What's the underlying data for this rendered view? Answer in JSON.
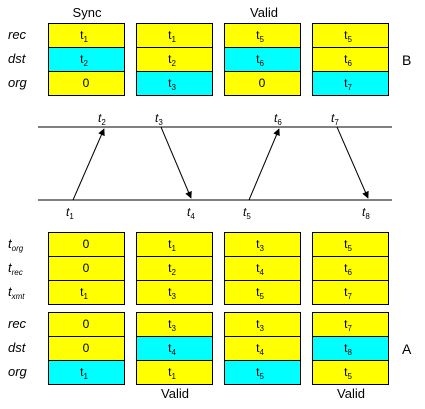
{
  "colors": {
    "yellow": "#ffff00",
    "cyan": "#00ffff",
    "border": "#000000"
  },
  "top_captions": [
    "Sync",
    "Valid"
  ],
  "side_labels": {
    "top": "B",
    "bottom": "A"
  },
  "bottom_captions": [
    "Valid",
    "Valid"
  ],
  "block_B": {
    "rows": [
      "rec",
      "dst",
      "org"
    ],
    "columns": [
      {
        "cells": [
          {
            "base": "t",
            "sub": "1",
            "fill": "yellow"
          },
          {
            "base": "t",
            "sub": "2",
            "fill": "cyan"
          },
          {
            "base": "0",
            "sub": "",
            "fill": "yellow"
          }
        ]
      },
      {
        "cells": [
          {
            "base": "t",
            "sub": "1",
            "fill": "yellow"
          },
          {
            "base": "t",
            "sub": "2",
            "fill": "yellow"
          },
          {
            "base": "t",
            "sub": "3",
            "fill": "cyan"
          }
        ]
      },
      {
        "cells": [
          {
            "base": "t",
            "sub": "5",
            "fill": "yellow"
          },
          {
            "base": "t",
            "sub": "6",
            "fill": "cyan"
          },
          {
            "base": "0",
            "sub": "",
            "fill": "yellow"
          }
        ]
      },
      {
        "cells": [
          {
            "base": "t",
            "sub": "5",
            "fill": "yellow"
          },
          {
            "base": "t",
            "sub": "6",
            "fill": "yellow"
          },
          {
            "base": "t",
            "sub": "7",
            "fill": "cyan"
          }
        ]
      }
    ]
  },
  "timeline": {
    "upper_labels": [
      {
        "base": "t",
        "sub": "2"
      },
      {
        "base": "t",
        "sub": "3"
      },
      {
        "base": "t",
        "sub": "6"
      },
      {
        "base": "t",
        "sub": "7"
      }
    ],
    "lower_labels": [
      {
        "base": "t",
        "sub": "1"
      },
      {
        "base": "t",
        "sub": "4"
      },
      {
        "base": "t",
        "sub": "5"
      },
      {
        "base": "t",
        "sub": "8"
      }
    ]
  },
  "block_A_timestamps": {
    "rows": [
      {
        "base": "t",
        "sub": "org"
      },
      {
        "base": "t",
        "sub": "rec"
      },
      {
        "base": "t",
        "sub": "xmt"
      }
    ],
    "columns": [
      {
        "cells": [
          {
            "base": "0",
            "sub": "",
            "fill": "yellow"
          },
          {
            "base": "0",
            "sub": "",
            "fill": "yellow"
          },
          {
            "base": "t",
            "sub": "1",
            "fill": "yellow"
          }
        ]
      },
      {
        "cells": [
          {
            "base": "t",
            "sub": "1",
            "fill": "yellow"
          },
          {
            "base": "t",
            "sub": "2",
            "fill": "yellow"
          },
          {
            "base": "t",
            "sub": "3",
            "fill": "yellow"
          }
        ]
      },
      {
        "cells": [
          {
            "base": "t",
            "sub": "3",
            "fill": "yellow"
          },
          {
            "base": "t",
            "sub": "4",
            "fill": "yellow"
          },
          {
            "base": "t",
            "sub": "5",
            "fill": "yellow"
          }
        ]
      },
      {
        "cells": [
          {
            "base": "t",
            "sub": "5",
            "fill": "yellow"
          },
          {
            "base": "t",
            "sub": "6",
            "fill": "yellow"
          },
          {
            "base": "t",
            "sub": "7",
            "fill": "yellow"
          }
        ]
      }
    ]
  },
  "block_A": {
    "rows": [
      "rec",
      "dst",
      "org"
    ],
    "columns": [
      {
        "cells": [
          {
            "base": "0",
            "sub": "",
            "fill": "yellow"
          },
          {
            "base": "0",
            "sub": "",
            "fill": "yellow"
          },
          {
            "base": "t",
            "sub": "1",
            "fill": "cyan"
          }
        ]
      },
      {
        "cells": [
          {
            "base": "t",
            "sub": "3",
            "fill": "yellow"
          },
          {
            "base": "t",
            "sub": "4",
            "fill": "cyan"
          },
          {
            "base": "t",
            "sub": "1",
            "fill": "yellow"
          }
        ]
      },
      {
        "cells": [
          {
            "base": "t",
            "sub": "3",
            "fill": "yellow"
          },
          {
            "base": "t",
            "sub": "4",
            "fill": "yellow"
          },
          {
            "base": "t",
            "sub": "5",
            "fill": "cyan"
          }
        ]
      },
      {
        "cells": [
          {
            "base": "t",
            "sub": "7",
            "fill": "yellow"
          },
          {
            "base": "t",
            "sub": "8",
            "fill": "cyan"
          },
          {
            "base": "t",
            "sub": "5",
            "fill": "yellow"
          }
        ]
      }
    ]
  }
}
